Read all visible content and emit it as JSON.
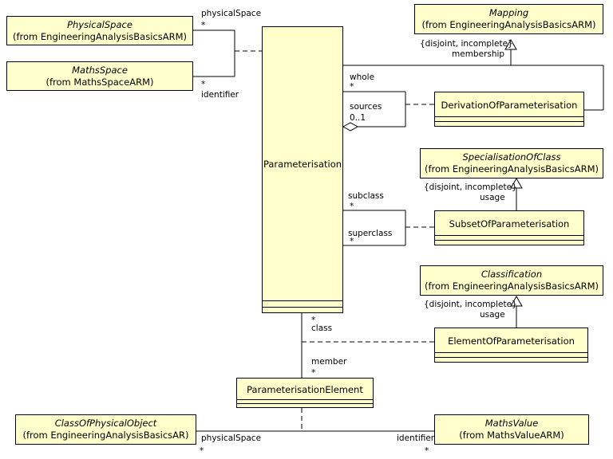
{
  "classes": {
    "physical_space": {
      "name": "PhysicalSpace",
      "from": "(from EngineeringAnalysisBasicsARM)"
    },
    "maths_space": {
      "name": "MathsSpace",
      "from": "(from MathsSpaceARM)"
    },
    "mapping": {
      "name": "Mapping",
      "from": "(from EngineeringAnalysisBasicsARM)"
    },
    "specialisation_of_class": {
      "name": "SpecialisationOfClass",
      "from": "(from EngineeringAnalysisBasicsARM)"
    },
    "classification": {
      "name": "Classification",
      "from": "(from EngineeringAnalysisBasicsARM)"
    },
    "class_of_physical_object": {
      "name": "ClassOfPhysicalObject",
      "from": "(from EngineeringAnalysisBasicsAR)"
    },
    "maths_value": {
      "name": "MathsValue",
      "from": "(from MathsValueARM)"
    },
    "parameterisation": {
      "name": "Parameterisation"
    },
    "derivation_of_parameterisation": {
      "name": "DerivationOfParameterisation"
    },
    "subset_of_parameterisation": {
      "name": "SubsetOfParameterisation"
    },
    "element_of_parameterisation": {
      "name": "ElementOfParameterisation"
    },
    "parameterisation_element": {
      "name": "ParameterisationElement"
    }
  },
  "labels": {
    "physical_space_top": "physicalSpace",
    "mult_star": "*",
    "identifier_mid": "identifier",
    "disjoint_incomplete": "{disjoint, incomplete}",
    "membership": "membership",
    "whole": "whole",
    "sources": "sources",
    "sources_mult": "0..1",
    "usage": "usage",
    "subclass": "subclass",
    "superclass": "superclass",
    "class": "class",
    "member": "member",
    "physical_space_bottom": "physicalSpace",
    "identifier_bottom": "identifier"
  }
}
